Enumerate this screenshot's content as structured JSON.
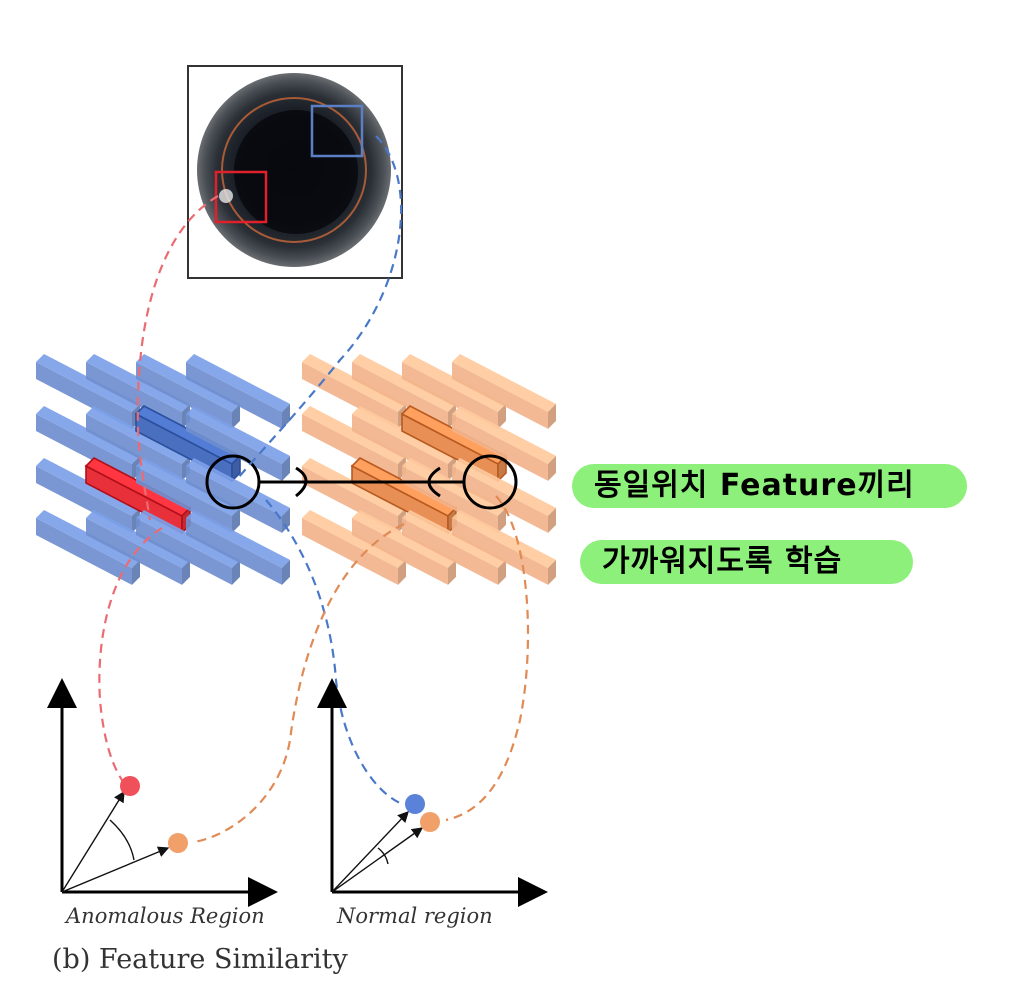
{
  "annotations": {
    "line1": "동일위치 Feature끼리",
    "line2": "가까워지도록 학습"
  },
  "panels": {
    "anomalous_label": "Anomalous Region",
    "normal_label": "Normal region"
  },
  "caption": "(b) Feature Similarity",
  "colors": {
    "blue_bar": "#6f8fd0",
    "orange_bar": "#f2b48c",
    "red_highlight": "#e8303a",
    "annotation_bg": "#8df07a",
    "red_dash": "#ea6c72",
    "blue_dash": "#4a78c8",
    "orange_dash": "#e08a55"
  }
}
